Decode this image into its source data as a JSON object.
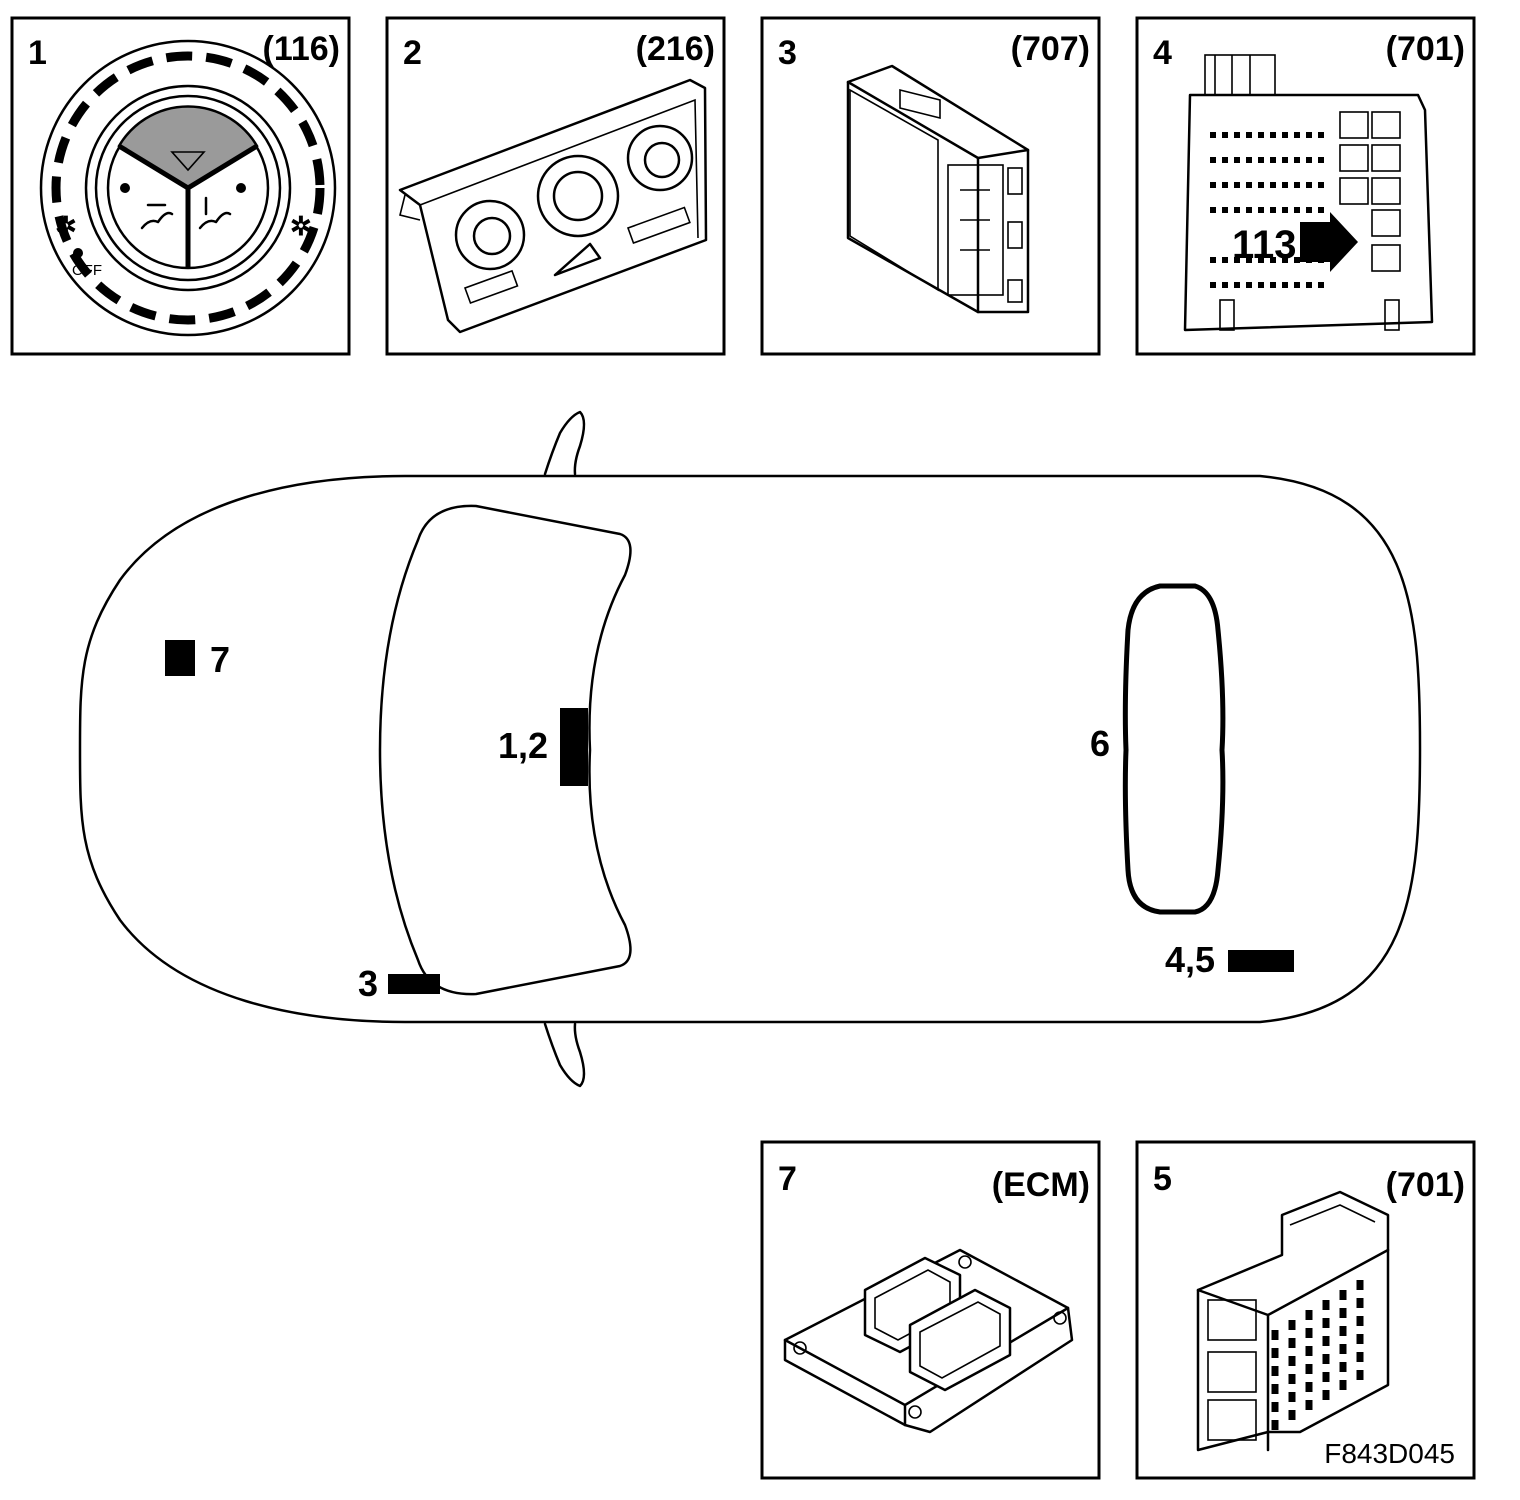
{
  "figure_reference": "F843D045",
  "panels": [
    {
      "number": "1",
      "code": "(116)",
      "off_label": "OFF"
    },
    {
      "number": "2",
      "code": "(216)"
    },
    {
      "number": "3",
      "code": "(707)"
    },
    {
      "number": "4",
      "code": "(701)",
      "callout": "113"
    },
    {
      "number": "7",
      "code": "(ECM)"
    },
    {
      "number": "5",
      "code": "(701)"
    }
  ],
  "car_markers": [
    {
      "label": "7"
    },
    {
      "label": "1,2"
    },
    {
      "label": "3"
    },
    {
      "label": "6"
    },
    {
      "label": "4,5"
    }
  ]
}
